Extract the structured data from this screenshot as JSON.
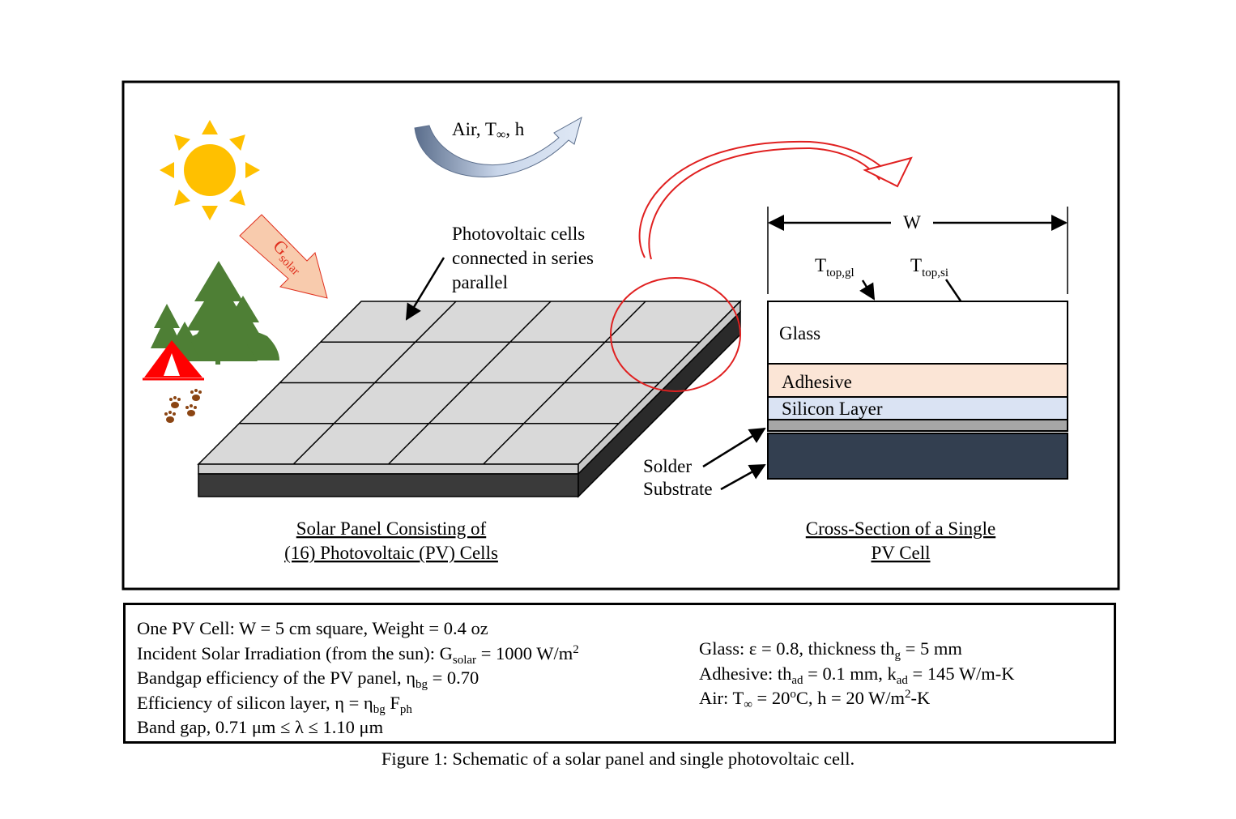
{
  "diagram": {
    "air_label": "Air, T",
    "air_inf": "∞",
    "air_h": ", h",
    "g_solar_letter": "G",
    "g_solar_sub": "solar",
    "pv_cells_line1": "Photovoltaic cells",
    "pv_cells_line2": "connected in series",
    "pv_cells_line3": "parallel",
    "width_label": "W",
    "t_top": "T",
    "t_top_gl_sub": "top,gl",
    "t_top_si_sub": "top,si",
    "layer_glass": "Glass",
    "layer_adhesive": "Adhesive",
    "layer_silicon": "Silicon Layer",
    "label_solder": "Solder",
    "label_substrate": "Substrate",
    "panel_caption_line1": "Solar Panel Consisting of",
    "panel_caption_line2": "(16) Photovoltaic (PV) Cells",
    "cross_caption_line1": "Cross-Section of a Single",
    "cross_caption_line2": "PV Cell",
    "colors": {
      "sun": "#FFC000",
      "arrow_air": "#8EA9DB",
      "arrow_gsolar": "#F8CBAD",
      "arrow_gsolar_text": "#E0301E",
      "red_highlight": "#E02020",
      "tree": "#4E7F35",
      "tent": "#FF0000",
      "paw": "#8B4513",
      "panel_top": "#D9D9D9",
      "panel_base": "#3A3A3A",
      "adhesive": "#FBE5D6",
      "silicon": "#DAE3F3",
      "solder": "#A6A6A6",
      "substrate": "#333F50"
    }
  },
  "specs": {
    "left": {
      "l1": "One PV Cell: W = 5 cm square, Weight = 0.4 oz",
      "l2a": "Incident Solar Irradiation (from the sun): G",
      "l2sub": "solar",
      "l2b": " = 1000 W/m",
      "l2sup": "2",
      "l3a": "Bandgap efficiency of the PV panel, η",
      "l3sub": "bg",
      "l3b": " = 0.70",
      "l4a": "Efficiency of silicon layer, η = η",
      "l4sub1": "bg",
      "l4b": " F",
      "l4sub2": "ph",
      "l5": "Band gap, 0.71 μm ≤ λ ≤ 1.10 μm"
    },
    "right": {
      "r1a": "Glass: ε = 0.8, thickness th",
      "r1sub": "g",
      "r1b": " = 5 mm",
      "r2a": "Adhesive: th",
      "r2sub1": "ad",
      "r2b": " = 0.1 mm, k",
      "r2sub2": "ad",
      "r2c": " = 145 W/m-K",
      "r3a": "Air: T",
      "r3sub": "∞",
      "r3b": " = 20",
      "r3sup1": "o",
      "r3c": "C, h = 20 W/m",
      "r3sup2": "2",
      "r3d": "-K"
    }
  },
  "caption": "Figure 1: Schematic of a solar panel and single photovoltaic cell."
}
